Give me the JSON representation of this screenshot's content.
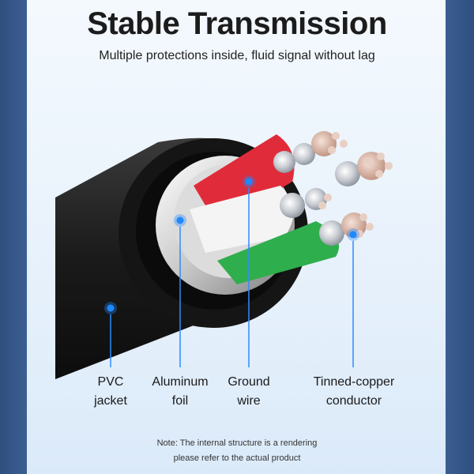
{
  "header": {
    "title": "Stable Transmission",
    "subtitle": "Multiple protections inside, fluid signal without lag"
  },
  "labels": [
    {
      "line1": "PVC",
      "line2": "jacket"
    },
    {
      "line1": "Aluminum",
      "line2": "foil"
    },
    {
      "line1": "Ground",
      "line2": "wire"
    },
    {
      "line1": "Tinned-copper",
      "line2": "conductor"
    }
  ],
  "note": {
    "line1": "Note: The internal structure is a rendering",
    "line2": "please refer to the actual product"
  },
  "colors": {
    "accent_dot": "#1e88ff",
    "jacket": "#1b1b1b",
    "insulation_red": "#e02c3a",
    "insulation_green": "#2fae4d",
    "insulation_white": "#f2f2f2",
    "copper": "#d9b4a4"
  },
  "icons": [
    "cable-cross-section-illustration",
    "callout-dot"
  ]
}
